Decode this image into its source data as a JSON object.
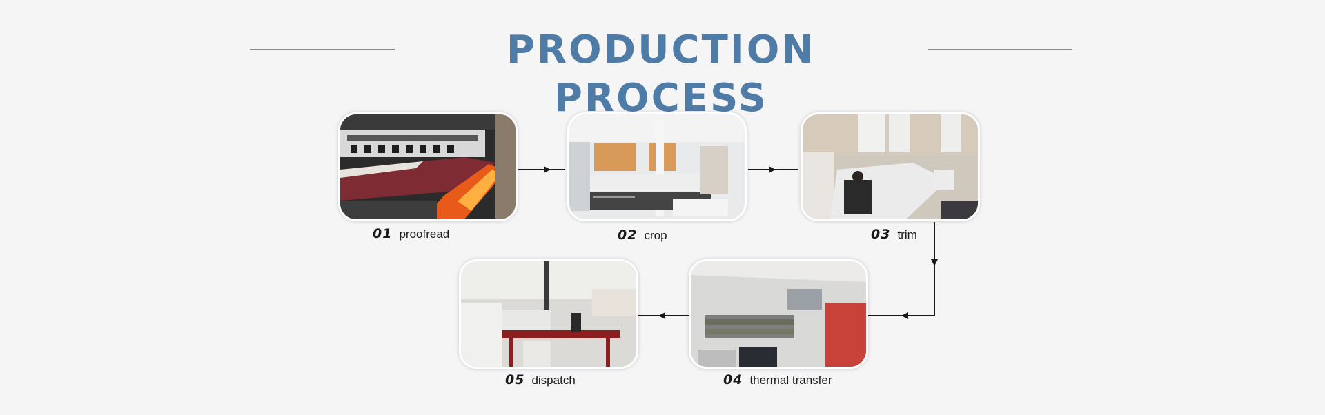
{
  "header": {
    "title": "PRODUCTION PROCESS"
  },
  "steps": [
    {
      "number": "01",
      "label": "proofread",
      "icon": "printer-photo"
    },
    {
      "number": "02",
      "label": "crop",
      "icon": "cutting-machine-photo"
    },
    {
      "number": "03",
      "label": "trim",
      "icon": "trimming-workshop-photo"
    },
    {
      "number": "04",
      "label": "thermal transfer",
      "icon": "warehouse-photo"
    },
    {
      "number": "05",
      "label": "dispatch",
      "icon": "dispatch-table-photo"
    }
  ],
  "colors": {
    "title": "#4f7ba7",
    "background": "#f5f5f6",
    "arrow": "#1a1a1a"
  }
}
